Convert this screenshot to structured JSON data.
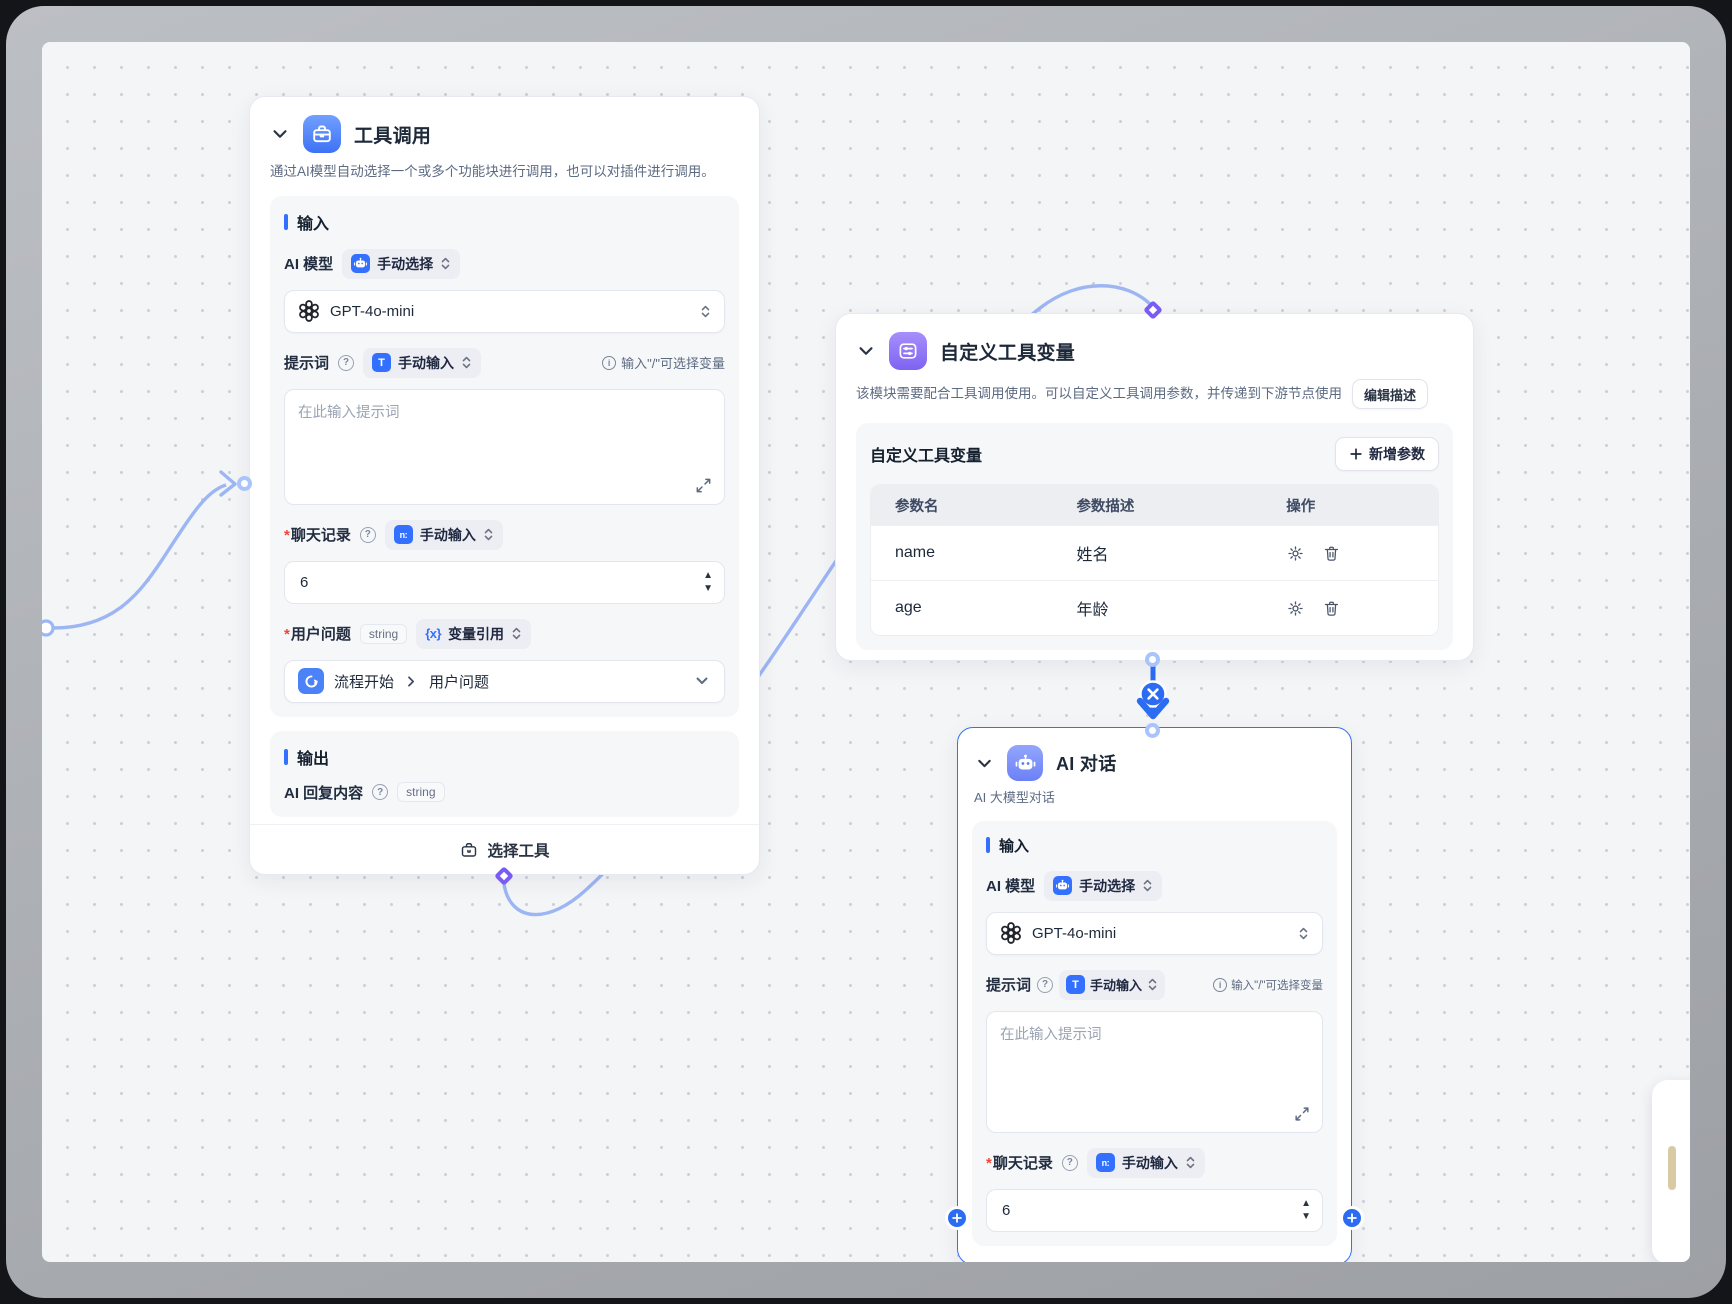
{
  "colors": {
    "accent": "#3370ff",
    "connector_blue": "#2b6cf3",
    "edge_light_blue": "#9cb6f4",
    "handle_purple": "#7a5cf5",
    "canvas_bg": "#f4f5f7"
  },
  "tool_call_node": {
    "title": "工具调用",
    "description": "通过AI模型自动选择一个或多个功能块进行调用，也可以对插件进行调用。",
    "input": {
      "section_label": "输入",
      "required_mark": "*",
      "model_label": "AI 模型",
      "model_mode": "手动选择",
      "model_value": "GPT-4o-mini",
      "prompt_label": "提示词",
      "prompt_mode": "手动输入",
      "prompt_hint": "输入\"/\"可选择变量",
      "prompt_placeholder": "在此输入提示词",
      "history_label": "聊天记录",
      "history_mode": "手动输入",
      "history_value": "6",
      "question_label": "用户问题",
      "question_type": "string",
      "question_mode": "变量引用",
      "question_source": "流程开始",
      "question_field": "用户问题"
    },
    "output": {
      "section_label": "输出",
      "field_label": "AI 回复内容",
      "field_type": "string"
    },
    "footer_button": "选择工具"
  },
  "custom_var_node": {
    "title": "自定义工具变量",
    "description": "该模块需要配合工具调用使用。可以自定义工具调用参数，并传递到下游节点使用",
    "edit_button": "编辑描述",
    "panel_title": "自定义工具变量",
    "add_button": "新增参数",
    "table_headers": [
      "参数名",
      "参数描述",
      "操作"
    ],
    "params": [
      {
        "name": "name",
        "desc": "姓名"
      },
      {
        "name": "age",
        "desc": "年龄"
      }
    ]
  },
  "ai_chat_node": {
    "title": "AI 对话",
    "description": "AI 大模型对话",
    "input": {
      "section_label": "输入",
      "required_mark": "*",
      "model_label": "AI 模型",
      "model_mode": "手动选择",
      "model_value": "GPT-4o-mini",
      "prompt_label": "提示词",
      "prompt_mode": "手动输入",
      "prompt_hint": "输入\"/\"可选择变量",
      "prompt_placeholder": "在此输入提示词",
      "history_label": "聊天记录",
      "history_mode": "手动输入",
      "history_value": "6"
    }
  }
}
